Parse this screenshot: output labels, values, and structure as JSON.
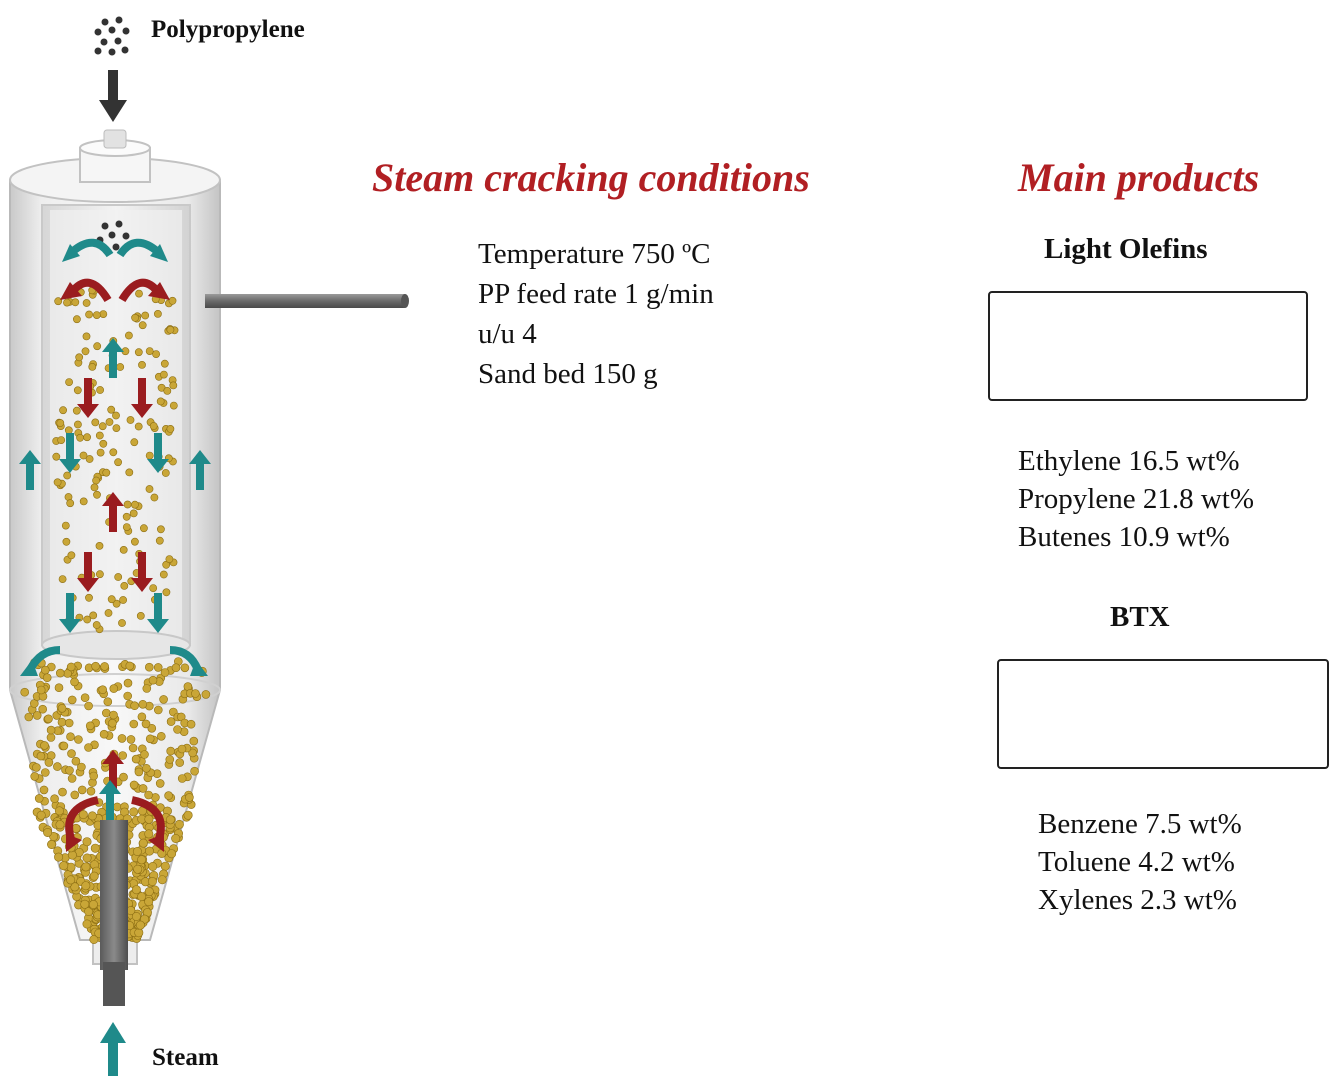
{
  "feed": {
    "label": "Polypropylene"
  },
  "inlet": {
    "label": "Steam"
  },
  "conditions": {
    "heading": "Steam cracking conditions",
    "lines": [
      "Temperature  750 ºC",
      "PP feed rate  1 g/min",
      "u/u  4",
      "Sand bed  150 g"
    ]
  },
  "products": {
    "heading": "Main products",
    "groups": [
      {
        "title": "Light Olefins",
        "items": [
          "Ethylene  16.5 wt%",
          "Propylene  21.8 wt%",
          "Butenes  10.9 wt%"
        ]
      },
      {
        "title": "BTX",
        "items": [
          "Benzene  7.5 wt%",
          "Toluene  4.2 wt%",
          "Xylenes  2.3 wt%"
        ]
      }
    ]
  },
  "icons": {
    "feed": "particle-feed-icon",
    "reactor": "spouted-bed-reactor-icon",
    "molecules": "molecule-model-icon"
  },
  "colors": {
    "heading_red": "#b11f23",
    "arrow_teal": "#1f8a8a",
    "arrow_red": "#9a1c1f",
    "sand": "#c9a637",
    "feed_arrow": "#333333"
  }
}
